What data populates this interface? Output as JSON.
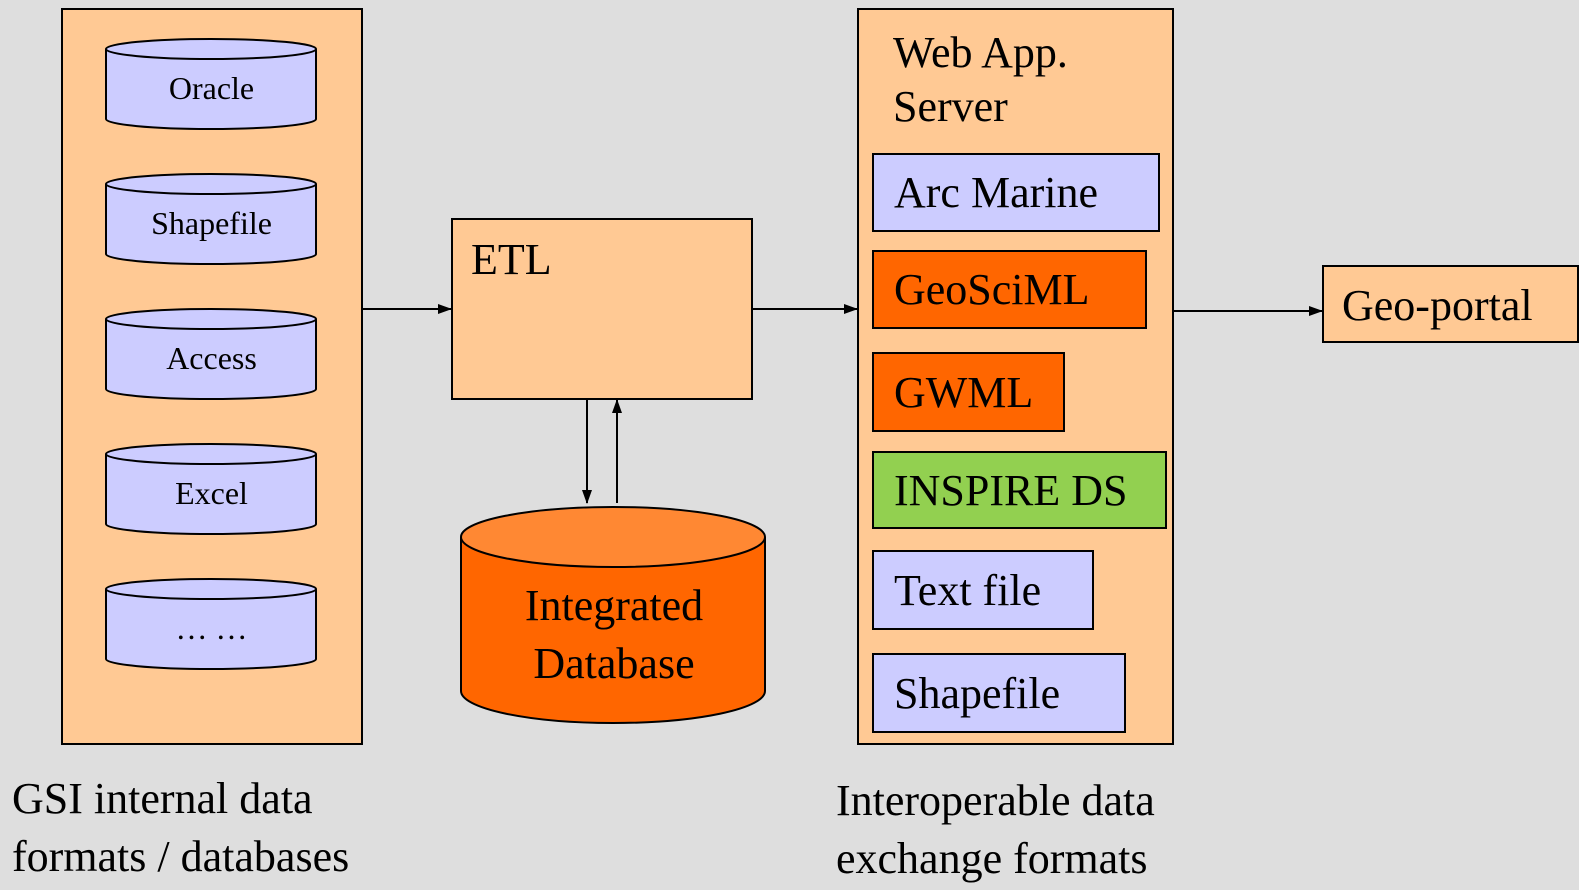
{
  "left_panel": {
    "sources": [
      "Oracle",
      "Shapefile",
      "Access",
      "Excel",
      "… …"
    ],
    "caption_line1": "GSI internal data",
    "caption_line2": "formats / databases"
  },
  "etl": {
    "label": "ETL"
  },
  "database": {
    "line1": "Integrated",
    "line2": "Database"
  },
  "right_panel": {
    "title_line1": "Web App.",
    "title_line2": "Server",
    "formats": [
      {
        "label": "Arc Marine",
        "color": "#ccccff"
      },
      {
        "label": "GeoSciML",
        "color": "#ff6600"
      },
      {
        "label": "GWML",
        "color": "#ff6600"
      },
      {
        "label": "INSPIRE DS",
        "color": "#92d050"
      },
      {
        "label": "Text file",
        "color": "#ccccff"
      },
      {
        "label": "Shapefile",
        "color": "#ccccff"
      }
    ],
    "caption_line1": "Interoperable data",
    "caption_line2": "exchange formats"
  },
  "geoportal": {
    "label": "Geo-portal"
  },
  "colors": {
    "panel": "#ffc994",
    "source_cylinder": "#ccccff",
    "database_body": "#ff6600",
    "database_top": "#ff8833"
  }
}
